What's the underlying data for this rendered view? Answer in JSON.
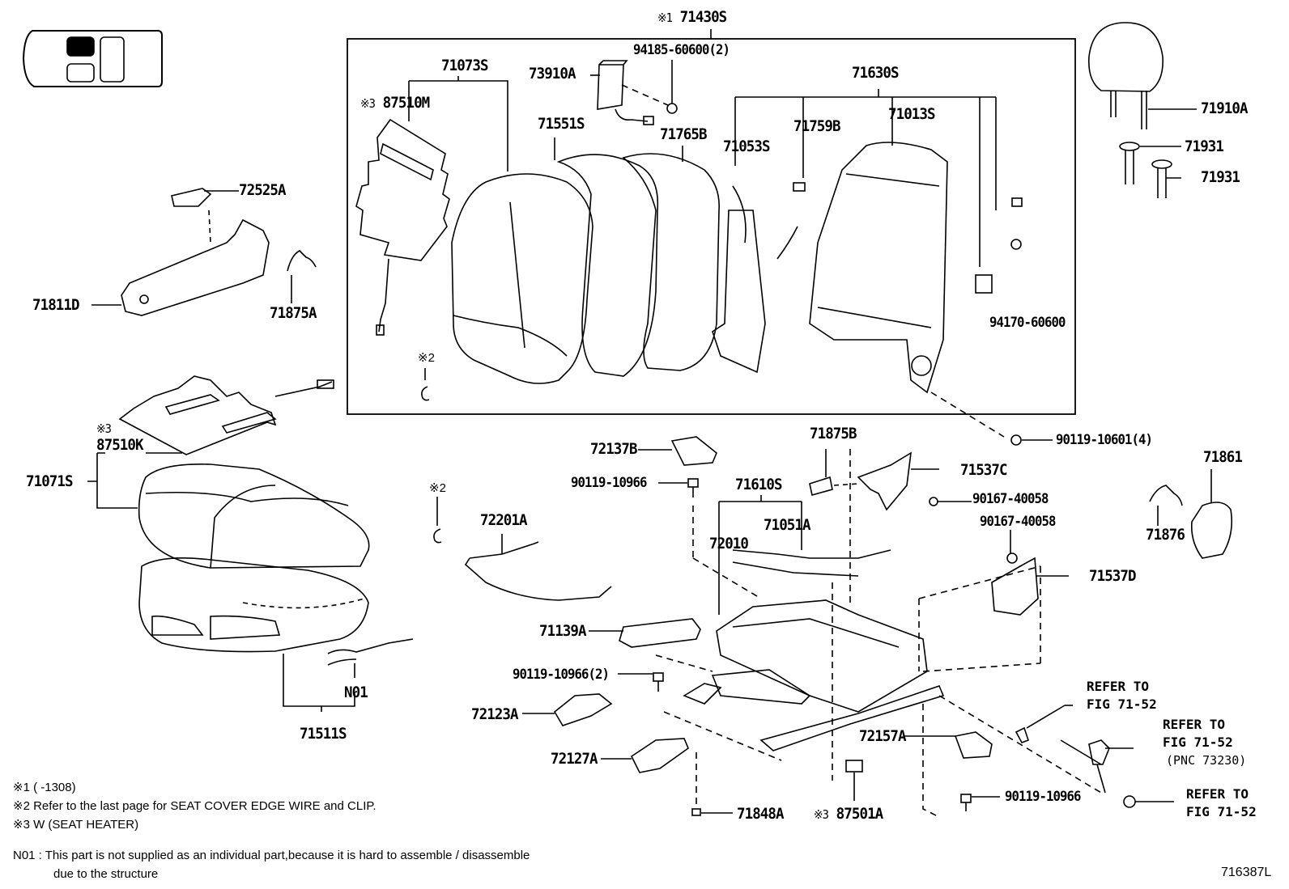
{
  "diagram": {
    "title_callout": {
      "mark": "※1",
      "part": "71430S"
    },
    "figure_id": "716387L",
    "labels": {
      "p71073S": "71073S",
      "p87510M": {
        "mark": "※3",
        "part": "87510M"
      },
      "p73910A": "73910A",
      "p94185": "94185-60600(2)",
      "p71551S": "71551S",
      "p71765B": "71765B",
      "p71630S": "71630S",
      "p71013S": "71013S",
      "p71759B": "71759B",
      "p71053S": "71053S",
      "p94170": "94170-60600",
      "p71910A": "71910A",
      "p71931a": "71931",
      "p71931b": "71931",
      "p72525A": "72525A",
      "p71811D": "71811D",
      "p71875A": "71875A",
      "p87510K": {
        "mark": "※3",
        "part": "87510K"
      },
      "p71071S": "71071S",
      "p71511S": "71511S",
      "pN01": "N01",
      "p72201A": "72201A",
      "p72137B": "72137B",
      "p90119_10966a": "90119-10966",
      "p71610S": "71610S",
      "p72010": "72010",
      "p71051A": "71051A",
      "p71875B": "71875B",
      "p71537C": "71537C",
      "p90119_10601": "90119-10601(4)",
      "p90167a": "90167-40058",
      "p90167b": "90167-40058",
      "p71537D": "71537D",
      "p71861": "71861",
      "p71876": "71876",
      "p71139A": "71139A",
      "p90119_10966_2": "90119-10966(2)",
      "p72123A": "72123A",
      "p72127A": "72127A",
      "p71848A": "71848A",
      "p87501A": {
        "mark": "※3",
        "part": "87501A"
      },
      "p72157A": "72157A",
      "p90119_10966b": "90119-10966"
    },
    "clip_marks": [
      "※2",
      "※2"
    ],
    "refer": [
      {
        "line1": "REFER TO",
        "line2": "FIG 71-52"
      },
      {
        "line1": "REFER TO",
        "line2": "FIG 71-52",
        "line3": "(PNC 73230)"
      },
      {
        "line1": "REFER TO",
        "line2": "FIG 71-52"
      }
    ],
    "notes": {
      "n1": "※1 (      -1308)",
      "n2": "※2 Refer to the last page for SEAT COVER EDGE WIRE and CLIP.",
      "n3": "※3 W (SEAT HEATER)",
      "n01_line1": "N01 : This part is not supplied as an individual part,because it is hard to assemble / disassemble",
      "n01_line2": "due to the structure"
    },
    "vehicle_locator": {
      "selected_seat": "front-left"
    }
  }
}
